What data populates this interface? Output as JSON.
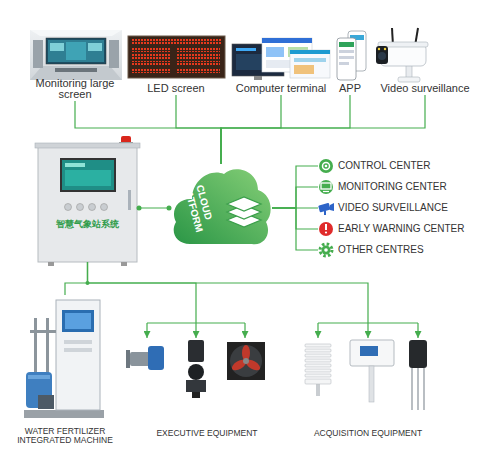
{
  "diagram": {
    "nodes": [
      {
        "text": [
          "Monitoring large screen"
        ]
      },
      {
        "text": [
          "LED screen"
        ]
      },
      {
        "text": [
          "Computer terminal"
        ]
      },
      {
        "text": [
          "APP"
        ]
      },
      {
        "text": [
          "Video surveillance"
        ]
      },
      {
        "text": [
          "智慧气象站系统"
        ]
      },
      {
        "text": [
          "CLOUD PLATFORM"
        ]
      },
      {
        "text": [
          "CONTROL CENTER"
        ]
      },
      {
        "text": [
          "MONITORING CENTER"
        ]
      },
      {
        "text": [
          "VIDEO SURVEILLANCE"
        ]
      },
      {
        "text": [
          "EARLY WARNING CENTER"
        ]
      },
      {
        "text": [
          "OTHER CENTRES"
        ]
      },
      {
        "text": [
          "WATER FERTILIZER INTEGRATED MACHINE"
        ]
      },
      {
        "text": [
          "EXECUTIVE EQUIPMENT"
        ]
      },
      {
        "text": [
          "ACQUISITION EQUIPMENT"
        ]
      }
    ],
    "edges": [
      {
        "from": 6,
        "to": 0,
        "arrow": "none"
      },
      {
        "from": 6,
        "to": 1,
        "arrow": "none"
      },
      {
        "from": 6,
        "to": 2,
        "arrow": "none"
      },
      {
        "from": 6,
        "to": 3,
        "arrow": "none"
      },
      {
        "from": 6,
        "to": 4,
        "arrow": "none"
      },
      {
        "from": 5,
        "to": 6,
        "arrow": "none"
      },
      {
        "from": 6,
        "to": 7,
        "arrow": "none"
      },
      {
        "from": 6,
        "to": 8,
        "arrow": "none"
      },
      {
        "from": 6,
        "to": 9,
        "arrow": "none"
      },
      {
        "from": 6,
        "to": 10,
        "arrow": "none"
      },
      {
        "from": 6,
        "to": 11,
        "arrow": "none"
      },
      {
        "from": 5,
        "to": 12,
        "arrow": "none"
      },
      {
        "from": 5,
        "to": 13,
        "arrow": "to"
      },
      {
        "from": 5,
        "to": 14,
        "arrow": "to"
      }
    ]
  }
}
